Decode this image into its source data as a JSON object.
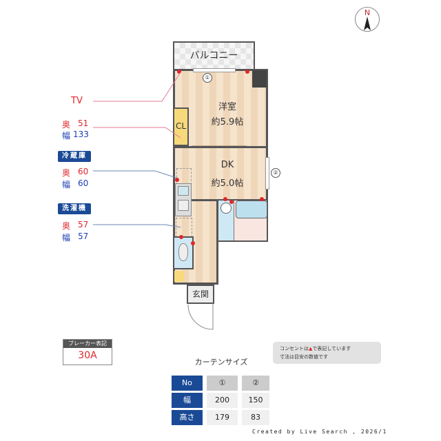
{
  "compass": {
    "label": "N"
  },
  "rooms": {
    "balcony": "バルコニー",
    "western_room": {
      "name": "洋室",
      "size": "約5.9帖"
    },
    "closet": "CL",
    "dk": {
      "name": "DK",
      "size": "約5.0帖"
    },
    "entrance": "玄関"
  },
  "window_markers": [
    "①",
    "②"
  ],
  "annotations": {
    "tv": {
      "label": "TV",
      "depth_label": "奥",
      "depth": "51",
      "width_label": "幅",
      "width": "133"
    },
    "fridge": {
      "tag": "冷蔵庫",
      "depth_label": "奥",
      "depth": "60",
      "width_label": "幅",
      "width": "60"
    },
    "washer": {
      "tag": "洗濯機",
      "depth_label": "奥",
      "depth": "57",
      "width_label": "幅",
      "width": "57"
    }
  },
  "breaker": {
    "title": "ブレーカー表記",
    "value": "30A"
  },
  "note": {
    "line1_pre": "コンセントは",
    "line1_post": "で表記しています",
    "line2": "寸法は目安の数値です"
  },
  "curtain": {
    "title": "カーテンサイズ",
    "headers": [
      "No",
      "幅",
      "高さ"
    ],
    "columns": [
      {
        "no": "①",
        "width": "200",
        "height": "179"
      },
      {
        "no": "②",
        "width": "150",
        "height": "83"
      }
    ]
  },
  "footer": "Created by Live Search , 2026/1",
  "colors": {
    "red": "#e0262b",
    "blue": "#1c3fb3",
    "tag": "#1a4a96"
  }
}
